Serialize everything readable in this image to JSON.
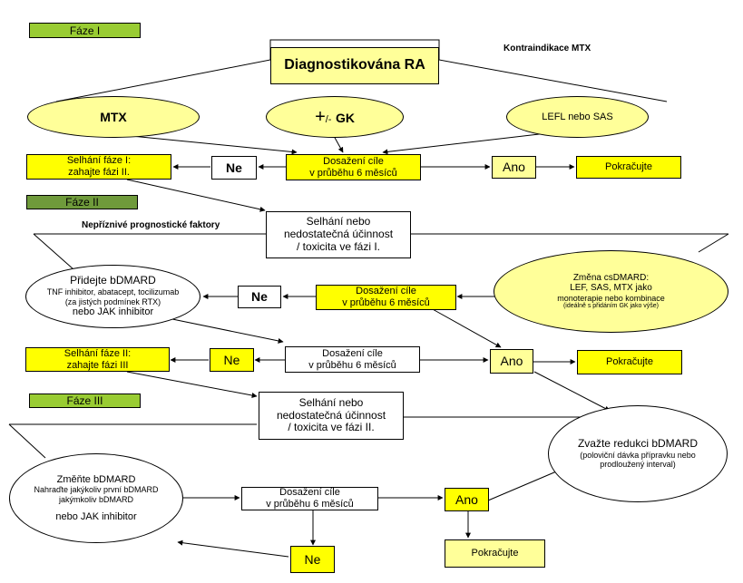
{
  "phases": {
    "phase1": "Fáze I",
    "phase2": "Fáze II",
    "phase3": "Fáze III"
  },
  "top": {
    "diagnosis": "Diagnostikována RA",
    "contraindication": "Kontraindikace MTX",
    "mtx": "MTX",
    "gk_plus": "+",
    "gk_minus": "/-",
    "gk": "GK",
    "lefl": "LEFL nebo SAS"
  },
  "row1": {
    "fail_line1": "Selhání fáze I:",
    "fail_line2": "zahajte fázi II.",
    "ne": "Ne",
    "target_line1": "Dosažení cíle",
    "target_line2": "v průběhu 6 měsíců",
    "ano": "Ano",
    "continue": "Pokračujte"
  },
  "phase2": {
    "unfavorable": "Nepříznivé prognostické faktory",
    "failure_line1": "Selhání nebo",
    "failure_line2": "nedostatečná účinnost",
    "failure_line3": "/ toxicita ve fázi I.",
    "add_line1": "Přidejte bDMARD",
    "add_line2": "TNF inhibitor, abatacept, tocilizumab",
    "add_line3": "(za jistých podmínek RTX)",
    "add_line4": "nebo JAK inhibitor",
    "change_line1": "Změna csDMARD:",
    "change_line2": "LEF, SAS, MTX jako",
    "change_line3": "monoterapie nebo kombinace",
    "change_line4": "(ideálně s přidáním GK jako výše)",
    "ne_a": "Ne",
    "target_a_line1": "Dosažení cíle",
    "target_a_line2": "v průběhu 6 měsíců",
    "fail2_line1": "Selhání fáze II:",
    "fail2_line2": "zahajte fázi III",
    "ne_b": "Ne",
    "target_b_line1": "Dosažení cíle",
    "target_b_line2": "v průběhu 6 měsíců",
    "ano": "Ano",
    "continue": "Pokračujte"
  },
  "phase3": {
    "failure_line1": "Selhání nebo",
    "failure_line2": "nedostatečná účinnost",
    "failure_line3": "/ toxicita ve fázi II.",
    "reduce_line1": "Zvažte redukci bDMARD",
    "reduce_line2": "(poloviční dávka přípravku nebo",
    "reduce_line3": "prodloužený interval)",
    "change_line1": "Změňte bDMARD",
    "change_line2": "Nahraďte jakýkoliv první bDMARD",
    "change_line3": "jakýmkoliv bDMARD",
    "change_line4": "nebo JAK inhibitor",
    "target_line1": "Dosažení cíle",
    "target_line2": "v průběhu 6 měsíců",
    "ano": "Ano",
    "ne": "Ne",
    "continue": "Pokračujte"
  }
}
